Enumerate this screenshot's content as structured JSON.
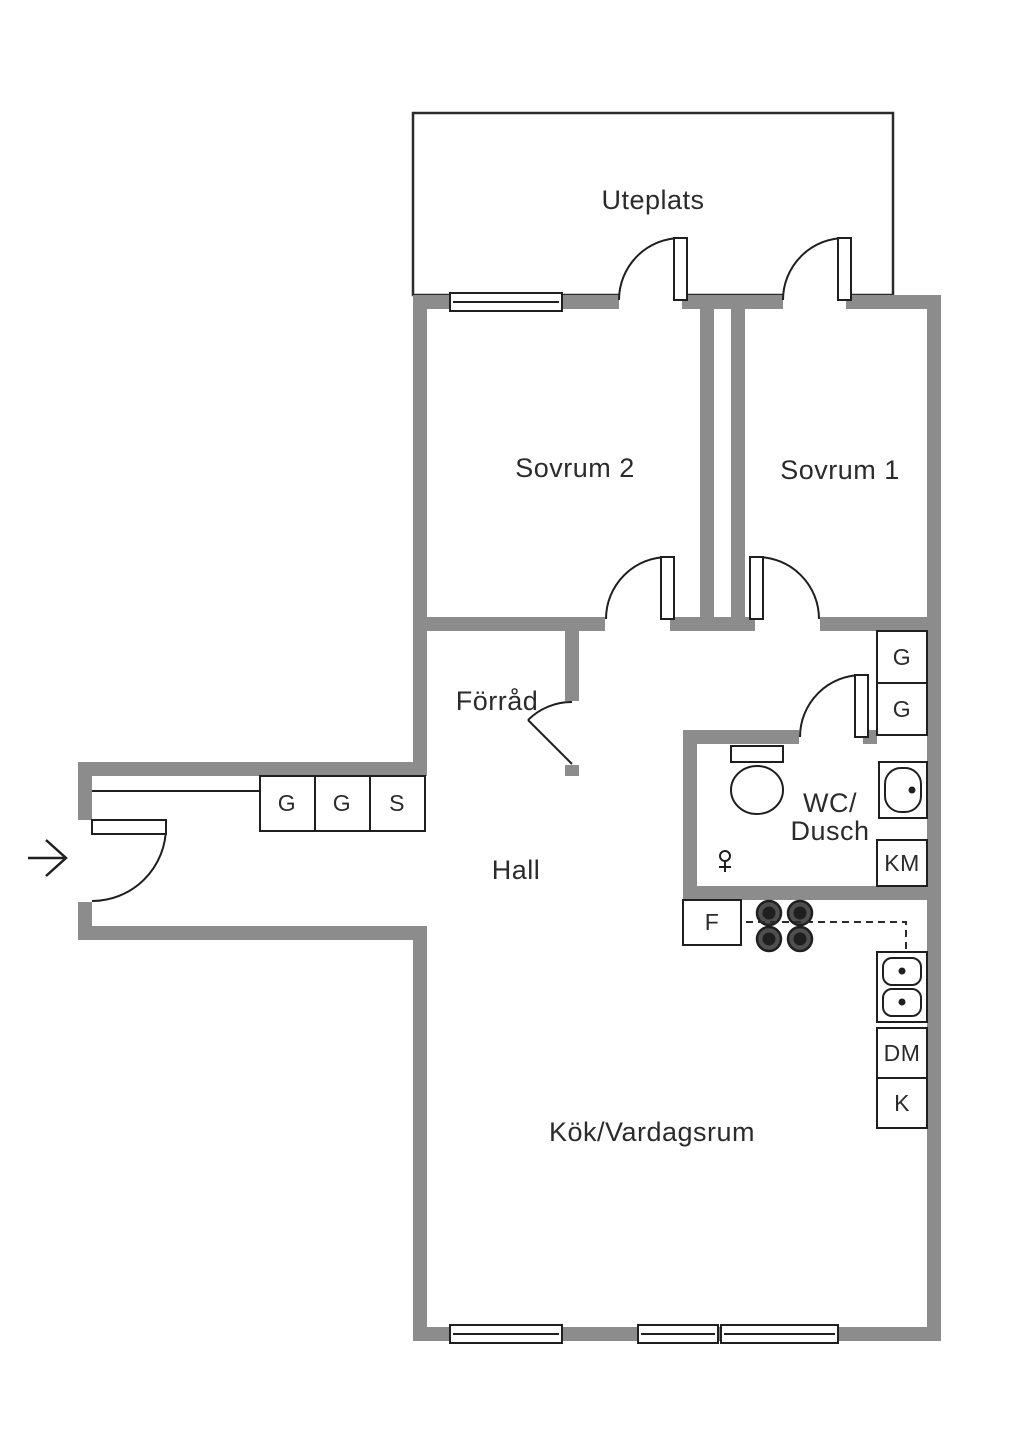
{
  "plan": {
    "rooms": {
      "uteplats": "Uteplats",
      "sovrum2": "Sovrum 2",
      "sovrum1": "Sovrum 1",
      "forrad": "Förråd",
      "hall": "Hall",
      "wc_line1": "WC/",
      "wc_line2": "Dusch",
      "kok": "Kök/Vardagsrum"
    },
    "closets": {
      "hall": [
        "G",
        "G",
        "S"
      ],
      "wc": [
        "G",
        "G"
      ]
    },
    "appliances": {
      "km": "KM",
      "f": "F",
      "dm": "DM",
      "k": "K"
    },
    "icons": [
      "entrance-arrow-icon",
      "door-swing-icon",
      "window-icon",
      "toilet-icon",
      "washbasin-icon",
      "stove-icon",
      "kitchen-sink-icon",
      "shower-tap-icon"
    ],
    "colors": {
      "wall": "#8c8c8c",
      "line": "#1f1f1f",
      "background": "#ffffff"
    }
  }
}
